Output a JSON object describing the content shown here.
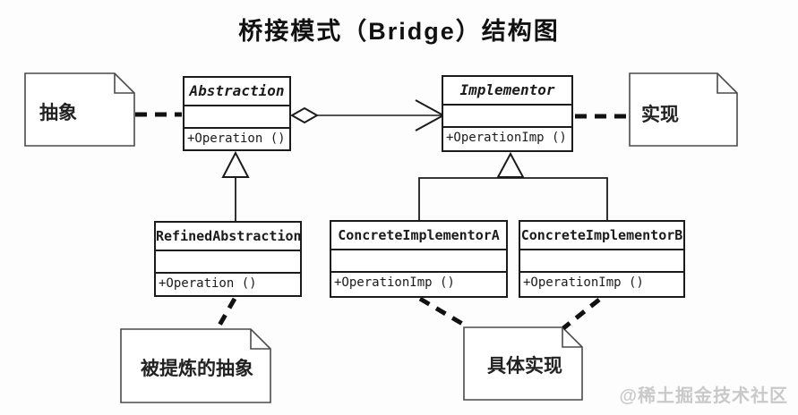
{
  "title": "桥接模式（Bridge）结构图",
  "watermark": "@稀土掘金技术社区",
  "classes": {
    "abstraction": {
      "name": "Abstraction",
      "method": "+Operation ()"
    },
    "implementor": {
      "name": "Implementor",
      "method": "+OperationImp ()"
    },
    "refined": {
      "name": "RefinedAbstraction",
      "method": "+Operation ()"
    },
    "concrete_a": {
      "name": "ConcreteImplementorA",
      "method": "+OperationImp ()"
    },
    "concrete_b": {
      "name": "ConcreteImplementorB",
      "method": "+OperationImp ()"
    }
  },
  "notes": {
    "abstract": "抽象",
    "implementation": "实现",
    "refined_abstraction": "被提炼的抽象",
    "concrete_implementation": "具体实现"
  },
  "relationships": [
    {
      "type": "aggregation",
      "from": "Abstraction",
      "to": "Implementor"
    },
    {
      "type": "generalization",
      "from": "RefinedAbstraction",
      "to": "Abstraction"
    },
    {
      "type": "generalization",
      "from": "ConcreteImplementorA",
      "to": "Implementor"
    },
    {
      "type": "generalization",
      "from": "ConcreteImplementorB",
      "to": "Implementor"
    },
    {
      "type": "note-link",
      "from": "抽象",
      "to": "Abstraction"
    },
    {
      "type": "note-link",
      "from": "实现",
      "to": "Implementor"
    },
    {
      "type": "note-link",
      "from": "被提炼的抽象",
      "to": "RefinedAbstraction"
    },
    {
      "type": "note-link",
      "from": "具体实现",
      "to": "ConcreteImplementorA, ConcreteImplementorB"
    }
  ],
  "colors": {
    "line": "#1b1b1b",
    "note_border": "#4a4a4a",
    "background": "#fdfdfd",
    "watermark": "#c9c9c9"
  }
}
